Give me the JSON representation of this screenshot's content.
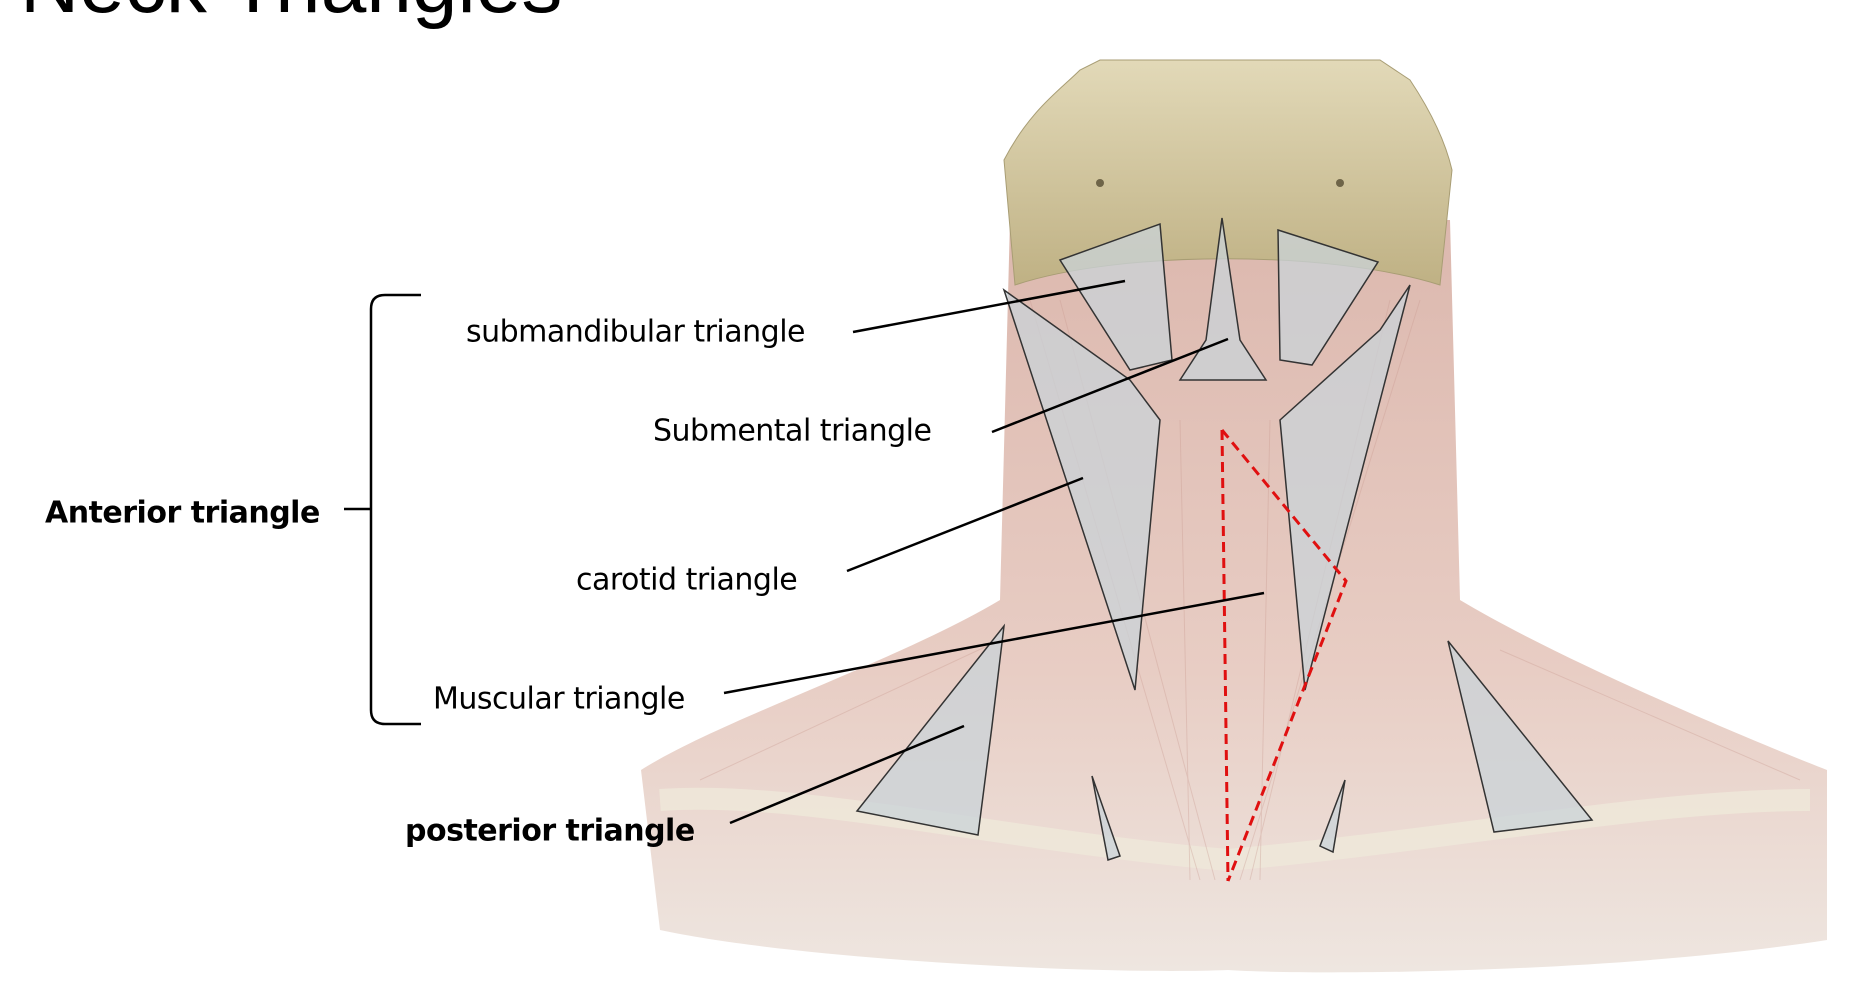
{
  "title": "Neck Triangles",
  "labels": {
    "anterior": "Anterior triangle",
    "submandibular": "submandibular triangle",
    "submental": "Submental triangle",
    "carotid": "carotid triangle",
    "muscular": "Muscular triangle",
    "posterior": "posterior triangle"
  },
  "colors": {
    "muscle": "#e6c9c0",
    "bone": "#cfc39a",
    "triangle_fill": "#c9d3d8",
    "dashed_line": "#e01010"
  }
}
